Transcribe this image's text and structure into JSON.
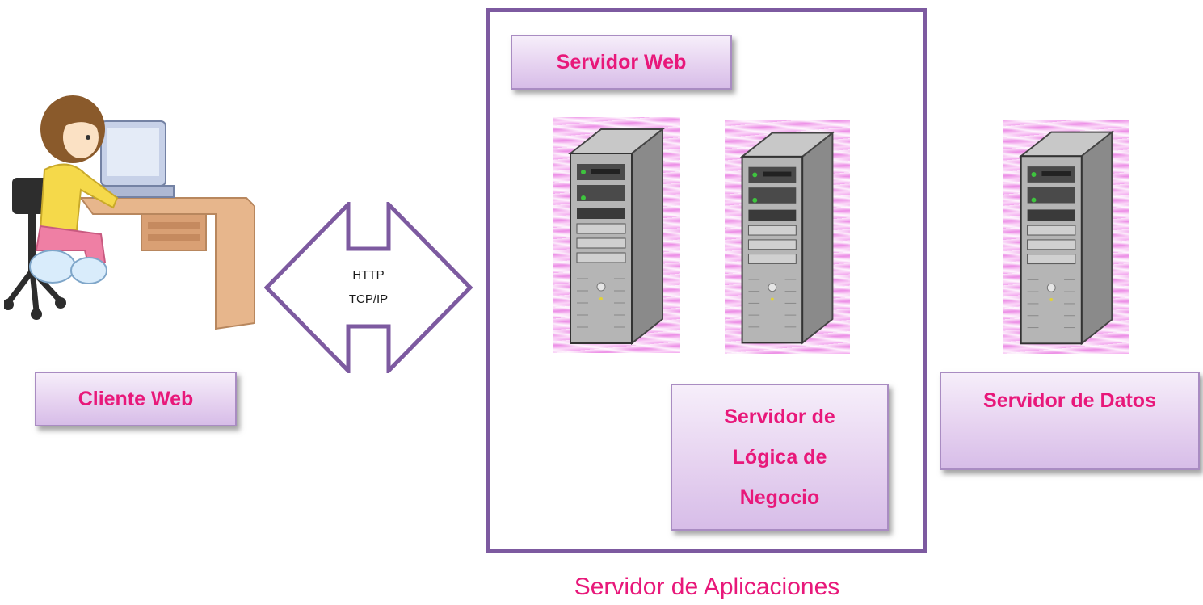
{
  "client": {
    "label": "Cliente Web"
  },
  "protocol": {
    "line1": "HTTP",
    "line2": "TCP/IP"
  },
  "app_server": {
    "caption": "Servidor de Aplicaciones",
    "web_server_label": "Servidor Web",
    "logic_server_label": [
      "Servidor de",
      "Lógica de",
      "Negocio"
    ]
  },
  "data_server": {
    "label": "Servidor de Datos"
  },
  "colors": {
    "label_text": "#e8187a",
    "frame": "#7d5aa0",
    "label_border": "#a98cc2"
  },
  "icons": [
    "person-at-computer-icon",
    "double-arrow-icon",
    "server-tower-icon"
  ]
}
